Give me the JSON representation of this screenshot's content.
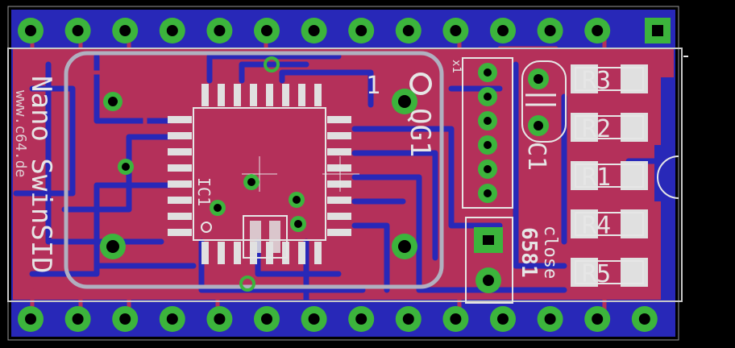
{
  "colors": {
    "background": "#000000",
    "copper_top": "#b4305a",
    "copper_bottom": "#2828b8",
    "pad_green": "#3cb43c",
    "silkscreen": "#e6e6e6",
    "outline": "#9a9a9a"
  },
  "silkscreen": {
    "title_line1": "Nano SwinSID",
    "title_line2": "www.c64.de",
    "chip_label": "IC1",
    "crystal_label": "QG1",
    "pin1_marker": "1",
    "header_label": "x1",
    "cap_label": "C1",
    "jumper_label_close": "close",
    "jumper_label_chip": "6581",
    "resistors": [
      "R3",
      "R2",
      "R1",
      "R4",
      "R5"
    ]
  }
}
